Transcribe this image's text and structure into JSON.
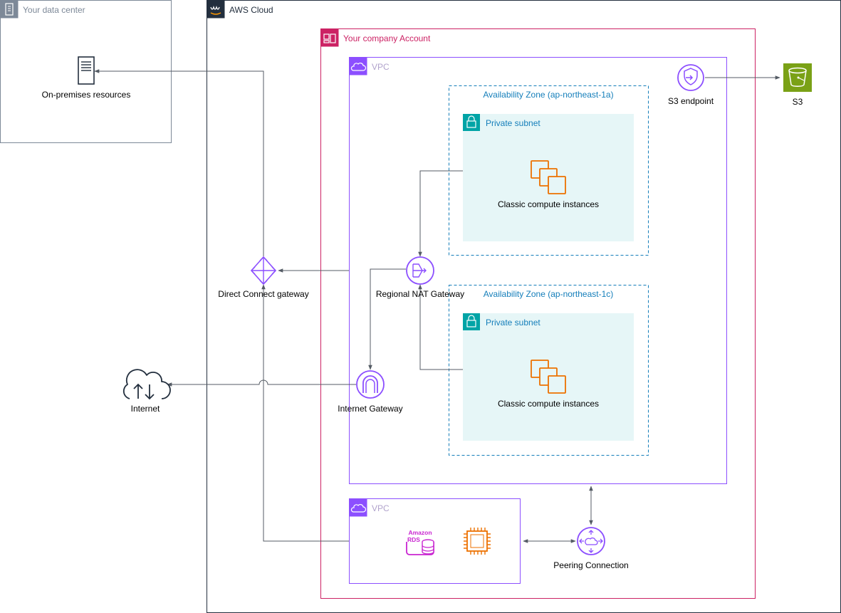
{
  "groups": {
    "datacenter": "Your data center",
    "aws_cloud": "AWS Cloud",
    "account": "Your company Account",
    "vpc_main": "VPC",
    "az_a": "Availability Zone (ap-northeast-1a)",
    "az_c": "Availability Zone (ap-northeast-1c)",
    "subnet_a": "Private subnet",
    "subnet_c": "Private subnet",
    "vpc_peer": "VPC"
  },
  "nodes": {
    "onprem": "On-premises resources",
    "s3_endpoint": "S3 endpoint",
    "s3": "S3",
    "compute_a": "Classic compute instances",
    "compute_c": "Classic compute instances",
    "dx_gateway": "Direct Connect gateway",
    "nat_gateway": "Regional NAT Gateway",
    "internet_gateway": "Internet Gateway",
    "internet": "Internet",
    "peering": "Peering Connection",
    "rds_badge_line1": "Amazon",
    "rds_badge_line2": "RDS"
  },
  "colors": {
    "datacenter": "#7d8998",
    "aws_cloud": "#232f3e",
    "account": "#cc2264",
    "vpc": "#8c4fff",
    "az": "#147eba",
    "subnet_border": "#00a4a6",
    "subnet_fill": "#e6f6f7",
    "compute": "#ed7100",
    "s3": "#7aa116",
    "rds": "#c925d1",
    "edge": "#545b64"
  }
}
